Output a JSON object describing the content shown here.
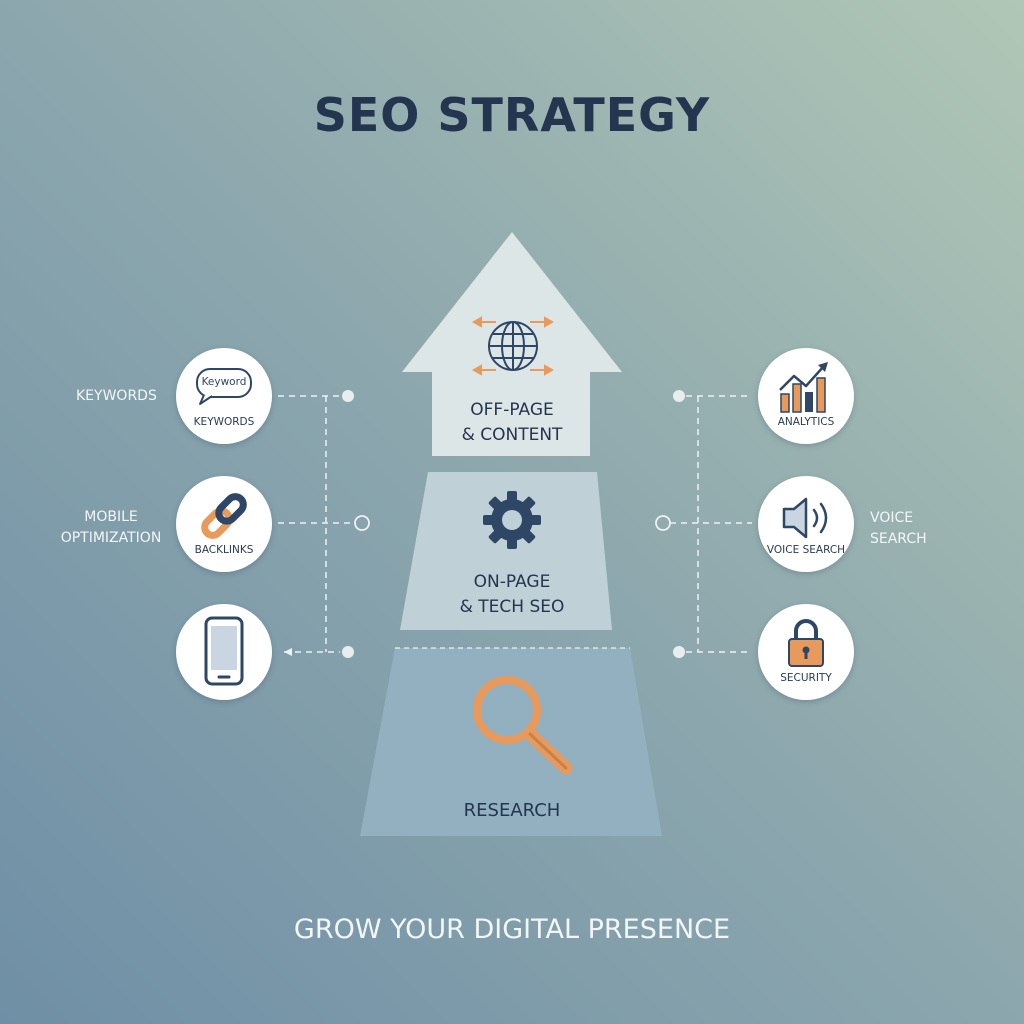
{
  "title": "SEO STRATEGY",
  "tagline": "GROW YOUR DIGITAL PRESENCE",
  "tiers": [
    {
      "line1": "OFF-PAGE",
      "line2": "& CONTENT",
      "icon": "globe-arrows-icon"
    },
    {
      "line1": "ON-PAGE",
      "line2": "& TECH SEO",
      "icon": "gear-icon"
    },
    {
      "line1": "RESEARCH",
      "icon": "magnifier-icon"
    }
  ],
  "left_nodes": [
    {
      "side_label": "KEYWORDS",
      "circle_label": "KEYWORDS",
      "bubble_text": "Keyword",
      "icon": "speech-bubble-icon"
    },
    {
      "side_label_line1": "MOBILE",
      "side_label_line2": "OPTIMIZATION",
      "circle_label": "BACKLINKS",
      "icon": "chain-link-icon"
    },
    {
      "icon": "smartphone-icon"
    }
  ],
  "right_nodes": [
    {
      "circle_label": "ANALYTICS",
      "icon": "bar-chart-icon"
    },
    {
      "circle_label": "VOICE SEARCH",
      "side_label_line1": "VOICE",
      "side_label_line2": "SEARCH",
      "icon": "speaker-icon"
    },
    {
      "circle_label": "SECURITY",
      "icon": "padlock-icon"
    }
  ],
  "colors": {
    "title": "#243550",
    "accent_orange": "#e79a5c",
    "icon_navy": "#2f4766",
    "tier_top": "#dde6e6",
    "tier_mid": "#bfd0d6",
    "tier_bottom": "#93b0c0"
  }
}
